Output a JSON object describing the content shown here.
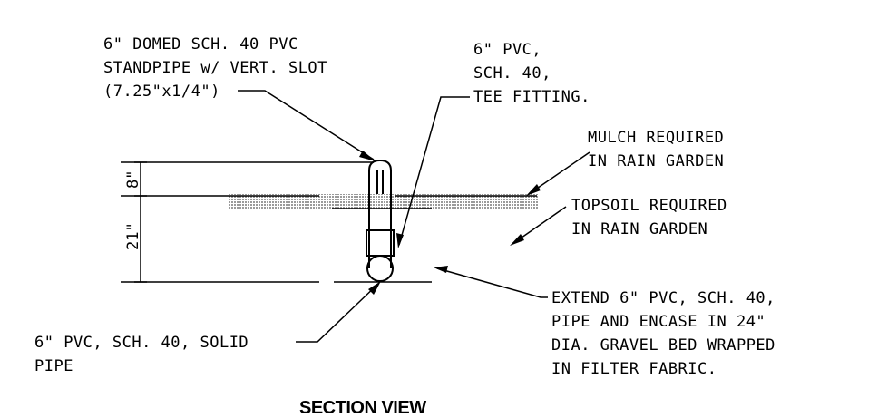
{
  "labels": {
    "standpipe": [
      "6\" DOMED SCH. 40 PVC",
      "STANDPIPE w/ VERT. SLOT",
      "(7.25\"x1/4\")"
    ],
    "tee": [
      "6\" PVC,",
      "SCH. 40,",
      "TEE FITTING."
    ],
    "mulch": [
      "MULCH REQUIRED",
      "IN RAIN GARDEN"
    ],
    "topsoil": [
      "TOPSOIL REQUIRED",
      "IN RAIN GARDEN"
    ],
    "extend": [
      "EXTEND 6\" PVC, SCH. 40,",
      "PIPE AND ENCASE IN 24\"",
      "DIA. GRAVEL BED WRAPPED",
      "IN FILTER FABRIC."
    ],
    "solid_pipe": [
      "6\" PVC, SCH. 40, SOLID",
      "PIPE"
    ]
  },
  "dimensions": {
    "top": "8\"",
    "bottom": "21\""
  },
  "title": "SECTION VIEW",
  "colors": {
    "line": "#000000",
    "mulch_fill": "#b3b3b3",
    "background": "#ffffff"
  }
}
